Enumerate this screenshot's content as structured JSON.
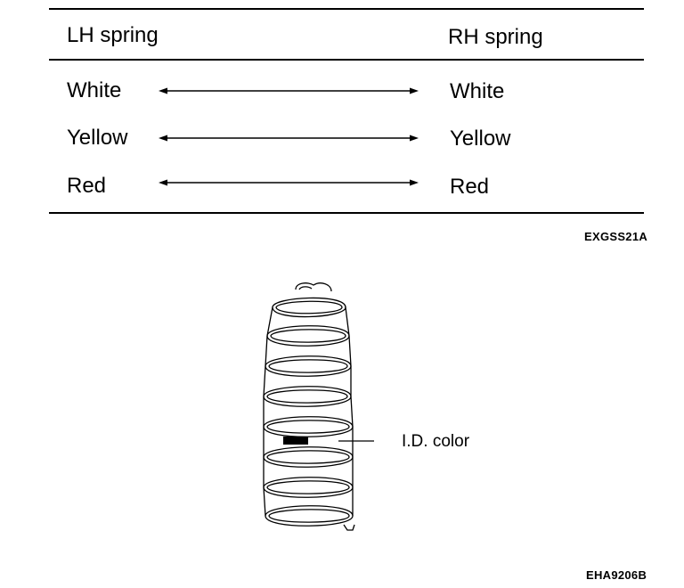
{
  "table": {
    "header_left": "LH spring",
    "header_right": "RH spring",
    "rows": [
      {
        "left": "White",
        "right": "White"
      },
      {
        "left": "Yellow",
        "right": "Yellow"
      },
      {
        "left": "Red",
        "right": "Red"
      }
    ],
    "figure_code": "EXGSS21A"
  },
  "spring_figure": {
    "callout_label": "I.D. color",
    "figure_code": "EHA9206B"
  }
}
